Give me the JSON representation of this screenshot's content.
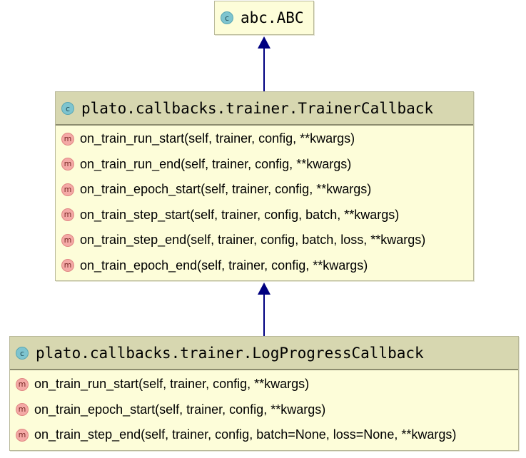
{
  "diagram": {
    "classes": [
      {
        "id": "abc",
        "badge": "c",
        "name": "abc.ABC",
        "methods": []
      },
      {
        "id": "trainer-callback",
        "badge": "c",
        "name": "plato.callbacks.trainer.TrainerCallback",
        "methods": [
          {
            "badge": "m",
            "signature": "on_train_run_start(self, trainer, config, **kwargs)"
          },
          {
            "badge": "m",
            "signature": "on_train_run_end(self, trainer, config, **kwargs)"
          },
          {
            "badge": "m",
            "signature": "on_train_epoch_start(self, trainer, config, **kwargs)"
          },
          {
            "badge": "m",
            "signature": "on_train_step_start(self, trainer, config, batch, **kwargs)"
          },
          {
            "badge": "m",
            "signature": "on_train_step_end(self, trainer, config, batch, loss, **kwargs)"
          },
          {
            "badge": "m",
            "signature": "on_train_epoch_end(self, trainer, config, **kwargs)"
          }
        ]
      },
      {
        "id": "log-progress-callback",
        "badge": "c",
        "name": "plato.callbacks.trainer.LogProgressCallback",
        "methods": [
          {
            "badge": "m",
            "signature": "on_train_run_start(self, trainer, config, **kwargs)"
          },
          {
            "badge": "m",
            "signature": "on_train_epoch_start(self, trainer, config, **kwargs)"
          },
          {
            "badge": "m",
            "signature": "on_train_step_end(self, trainer, config, batch=None, loss=None, **kwargs)"
          }
        ]
      }
    ],
    "colors": {
      "class_body": "#fdfdd9",
      "class_header": "#d7d7b0",
      "class_badge": "#7ec4cf",
      "method_badge": "#f4a9a6",
      "inheritance_arrow": "#000080"
    }
  }
}
